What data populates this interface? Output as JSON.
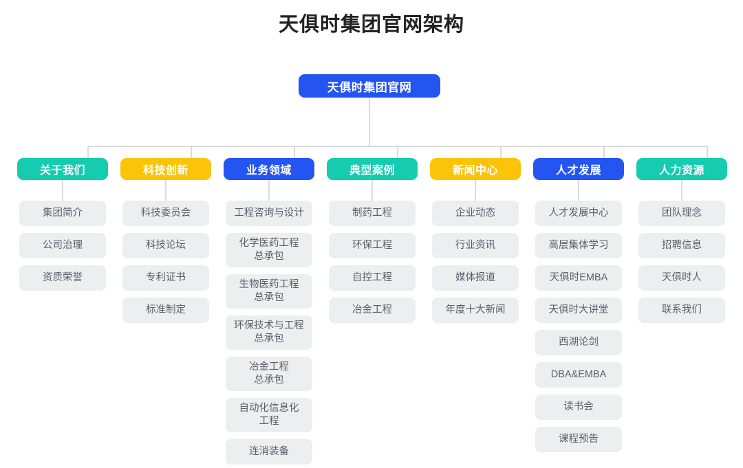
{
  "title": "天俱时集团官网架构",
  "theme": {
    "background": "#ffffff",
    "teal": "#15cbb0",
    "yellow": "#fcc409",
    "blue": "#2455f0",
    "pill_bg": "#eceef0",
    "pill_text": "#5c5f66",
    "connector": "#b7b7b7",
    "title_color": "#222222"
  },
  "root": {
    "label": "天俱时集团官网",
    "color": "#2455f0"
  },
  "chart_data": {
    "type": "diagram",
    "diagram_kind": "organizational-tree",
    "title": "天俱时集团官网架构",
    "root": "天俱时集团官网",
    "levels": 3,
    "branch_count": 7
  },
  "columns": [
    {
      "header": "关于我们",
      "color": "teal",
      "children": [
        "集团简介",
        "公司治理",
        "资质荣誉"
      ]
    },
    {
      "header": "科技创新",
      "color": "yellow",
      "children": [
        "科技委员会",
        "科技论坛",
        "专利证书",
        "标准制定"
      ]
    },
    {
      "header": "业务领域",
      "color": "blue",
      "children": [
        "工程咨询与设计",
        "化学医药工程\n总承包",
        "生物医药工程\n总承包",
        "环保技术与工程\n总承包",
        "冶金工程\n总承包",
        "自动化信息化\n工程",
        "连消装备"
      ]
    },
    {
      "header": "典型案例",
      "color": "teal",
      "children": [
        "制药工程",
        "环保工程",
        "自控工程",
        "冶金工程"
      ]
    },
    {
      "header": "新闻中心",
      "color": "yellow",
      "children": [
        "企业动态",
        "行业资讯",
        "媒体报道",
        "年度十大新闻"
      ]
    },
    {
      "header": "人才发展",
      "color": "blue",
      "children": [
        "人才发展中心",
        "高层集体学习",
        "天俱时EMBA",
        "天俱时大讲堂",
        "西湖论剑",
        "DBA&EMBA",
        "读书会",
        "课程预告"
      ]
    },
    {
      "header": "人力资源",
      "color": "teal",
      "children": [
        "团队理念",
        "招聘信息",
        "天俱时人",
        "联系我们"
      ]
    }
  ]
}
